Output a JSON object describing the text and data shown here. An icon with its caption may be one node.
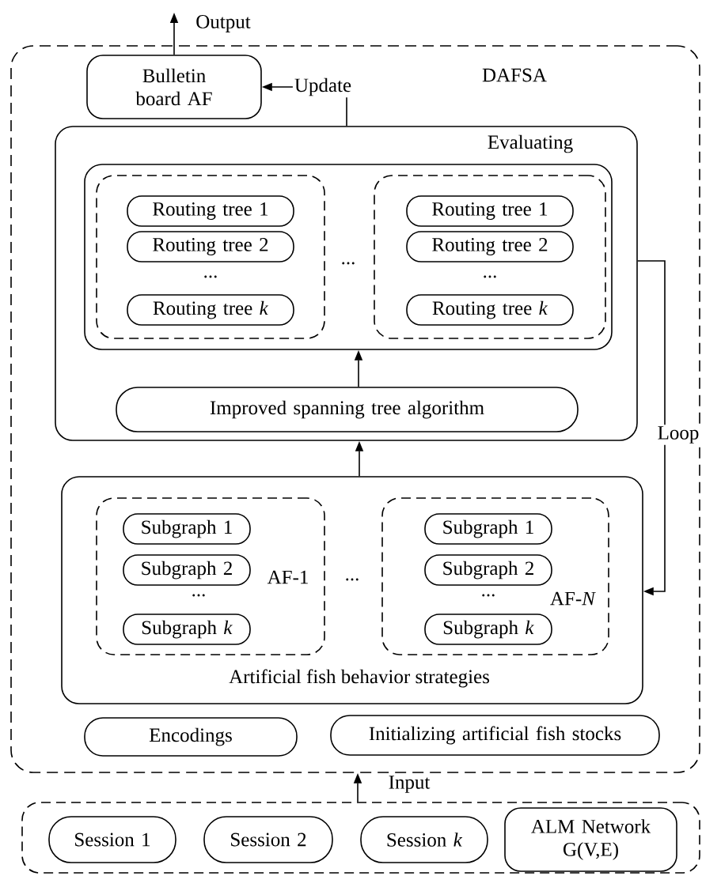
{
  "diagram": {
    "nodes": [
      {
        "text": [
          "DAFSA"
        ]
      },
      {
        "text": [
          "Bulletin board AF"
        ],
        "in": 0
      },
      {
        "text": [
          "Evaluating"
        ],
        "in": 0
      },
      {
        "text": [],
        "shape": "box",
        "in": 2
      },
      {
        "text": [],
        "shape": "box",
        "in": 3
      },
      {
        "text": [
          "Routing tree 1"
        ],
        "in": 4
      },
      {
        "text": [
          "Routing tree 2"
        ],
        "in": 4
      },
      {
        "text": [
          "Routing tree *k*"
        ],
        "in": 4
      },
      {
        "text": [],
        "shape": "box",
        "in": 3
      },
      {
        "text": [
          "Routing tree 1"
        ],
        "in": 8
      },
      {
        "text": [
          "Routing tree 2"
        ],
        "in": 8
      },
      {
        "text": [
          "Routing tree *k*"
        ],
        "in": 8
      },
      {
        "text": [
          "Improved spanning tree algorithm"
        ],
        "in": 2
      },
      {
        "text": [
          "Artificial fish behavior strategies"
        ],
        "in": 0
      },
      {
        "text": [
          "AF-1"
        ],
        "in": 13
      },
      {
        "text": [
          "Subgraph 1"
        ],
        "in": 14
      },
      {
        "text": [
          "Subgraph 2"
        ],
        "in": 14
      },
      {
        "text": [
          "Subgraph *k*"
        ],
        "in": 14
      },
      {
        "text": [
          "AF-*N*"
        ],
        "in": 13
      },
      {
        "text": [
          "Subgraph 1"
        ],
        "in": 18
      },
      {
        "text": [
          "Subgraph 2"
        ],
        "in": 18
      },
      {
        "text": [
          "Subgraph *k*"
        ],
        "in": 18
      },
      {
        "text": [
          "Encodings"
        ],
        "in": 0
      },
      {
        "text": [
          "Initializing artificial fish stocks"
        ],
        "in": 0
      },
      {
        "text": [],
        "shape": "box"
      },
      {
        "text": [
          "Session 1"
        ],
        "in": 24
      },
      {
        "text": [
          "Session 2"
        ],
        "in": 24
      },
      {
        "text": [
          "Session *k*"
        ],
        "in": 24
      },
      {
        "text": [
          "ALM Network G(V,E)"
        ],
        "in": 24
      }
    ],
    "edges": [
      {
        "from": 1,
        "to": null,
        "arrow": "to",
        "label": "Output"
      },
      {
        "from": 2,
        "to": 1,
        "arrow": "to",
        "label": "Update"
      },
      {
        "from": 12,
        "to": 3,
        "arrow": "to"
      },
      {
        "from": 13,
        "to": 2,
        "arrow": "to"
      },
      {
        "from": 2,
        "to": 13,
        "arrow": "to",
        "label": "Loop"
      },
      {
        "from": 24,
        "to": 0,
        "arrow": "to",
        "label": "Input"
      }
    ],
    "labels": [
      "...",
      "...",
      "...",
      "...",
      "...",
      "..."
    ]
  }
}
